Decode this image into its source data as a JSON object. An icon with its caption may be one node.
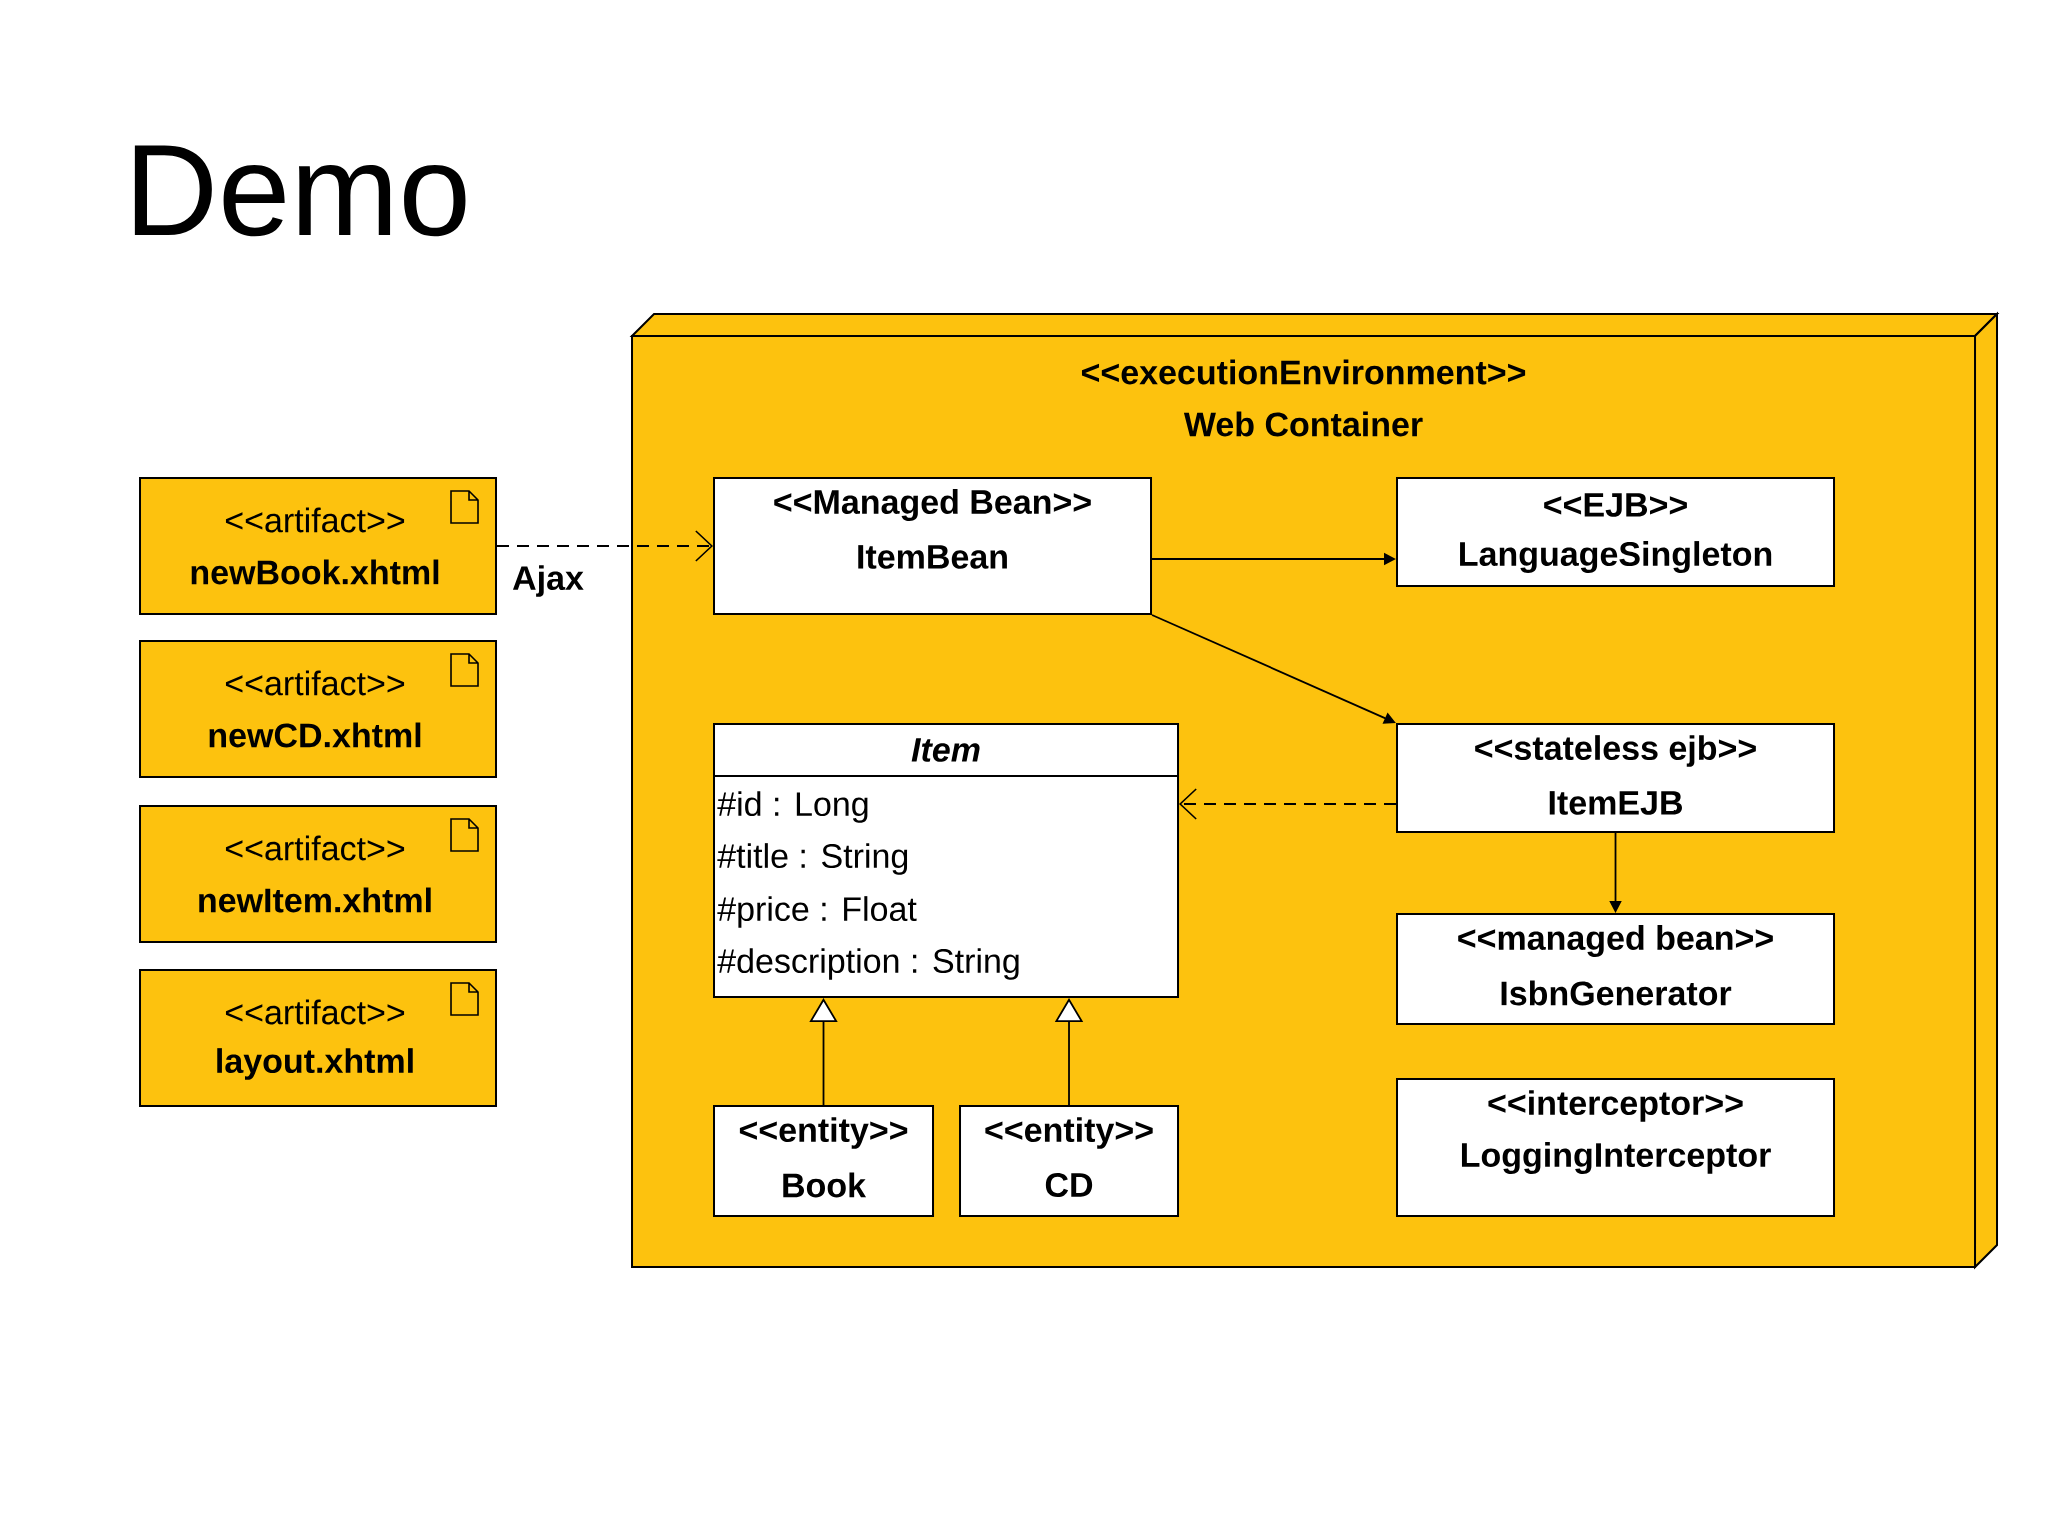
{
  "diagram": {
    "title": "Demo",
    "nodes": [
      {
        "text": [
          "<<artifact>>",
          "newBook.xhtml"
        ]
      },
      {
        "text": [
          "<<artifact>>",
          "newCD.xhtml"
        ]
      },
      {
        "text": [
          "<<artifact>>",
          "newItem.xhtml"
        ]
      },
      {
        "text": [
          "<<artifact>>",
          "layout.xhtml"
        ]
      },
      {
        "text": [
          "<<executionEnvironment>>",
          "Web Container"
        ]
      },
      {
        "text": [
          "<<Managed Bean>>",
          "ItemBean"
        ],
        "in": 4
      },
      {
        "text": [
          "<<EJB>>",
          "LanguageSingleton"
        ],
        "in": 4
      },
      {
        "text": [
          "Item",
          "#id : Long",
          "#title : String",
          "#price : Float",
          "#description : String"
        ],
        "in": 4
      },
      {
        "text": [
          "<<stateless ejb>>",
          "ItemEJB"
        ],
        "in": 4
      },
      {
        "text": [
          "<<managed bean>>",
          "IsbnGenerator"
        ],
        "in": 4
      },
      {
        "text": [
          "<<entity>>",
          "Book"
        ],
        "in": 4
      },
      {
        "text": [
          "<<entity>>",
          "CD"
        ],
        "in": 4
      },
      {
        "text": [
          "<<interceptor>>",
          "LoggingInterceptor"
        ],
        "in": 4
      }
    ],
    "edges": [
      {
        "from": 0,
        "to": 5,
        "arrow": "to",
        "label": "Ajax",
        "style": "dashed"
      },
      {
        "from": 5,
        "to": 6,
        "arrow": "to"
      },
      {
        "from": 5,
        "to": 8,
        "arrow": "to"
      },
      {
        "from": 8,
        "to": 7,
        "arrow": "to",
        "style": "dashed"
      },
      {
        "from": 8,
        "to": 9,
        "arrow": "to"
      },
      {
        "from": 10,
        "to": 7,
        "arrow": "to"
      },
      {
        "from": 11,
        "to": 7,
        "arrow": "to"
      }
    ]
  }
}
